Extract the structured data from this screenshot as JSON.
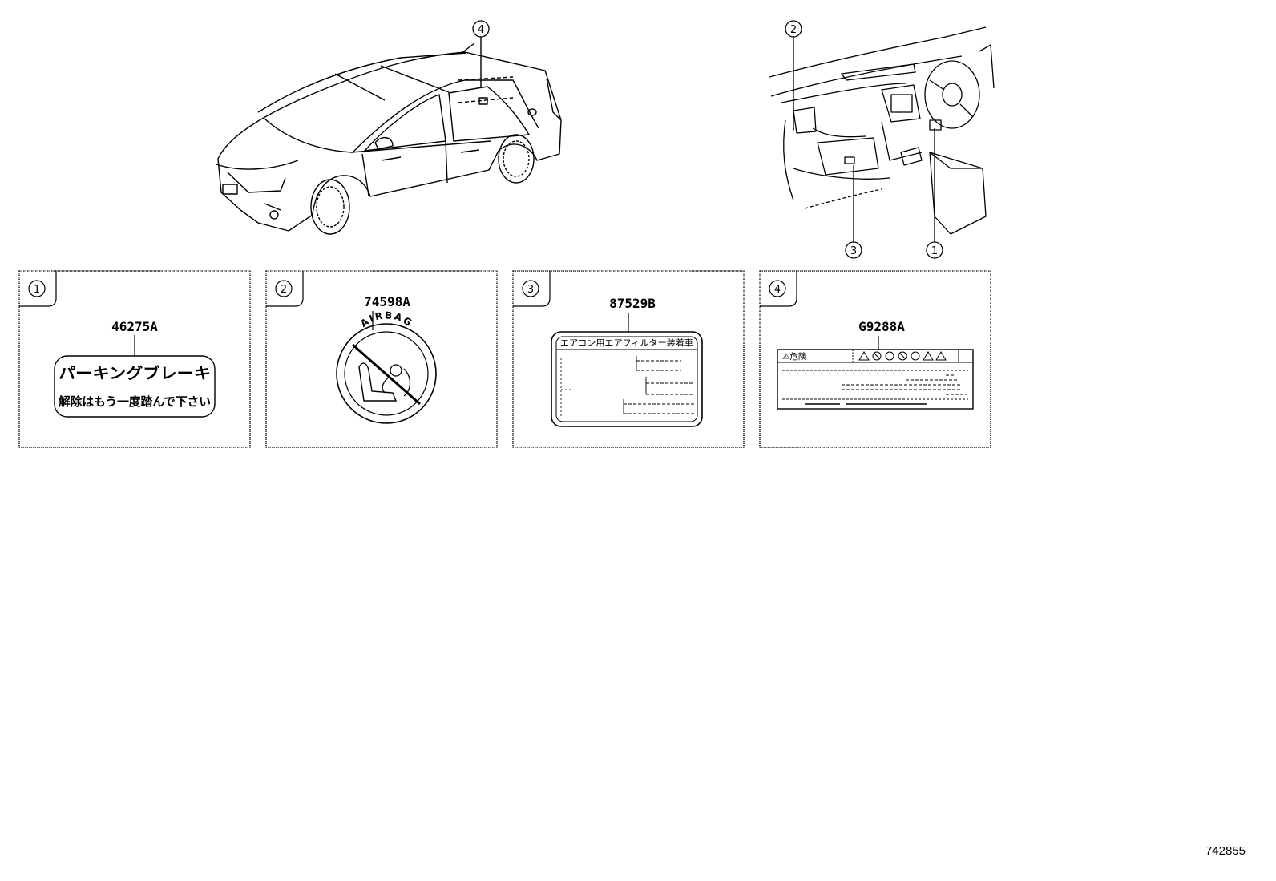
{
  "callouts": {
    "car_exterior": "4",
    "cabin_left": "2",
    "cabin_bottom_center": "3",
    "cabin_bottom_right": "1"
  },
  "panels": [
    {
      "index": "1",
      "part_number": "46275A",
      "label_line1": "パーキングブレーキ",
      "label_line2": "解除はもう一度踏んで下さい"
    },
    {
      "index": "2",
      "part_number": "74598A",
      "label_text": "AIRBAG"
    },
    {
      "index": "3",
      "part_number": "87529B",
      "label_header": "エアコン用エアフィルター装着車"
    },
    {
      "index": "4",
      "part_number": "G9288A",
      "label_header": "⚠危険"
    }
  ],
  "document_id": "742855"
}
